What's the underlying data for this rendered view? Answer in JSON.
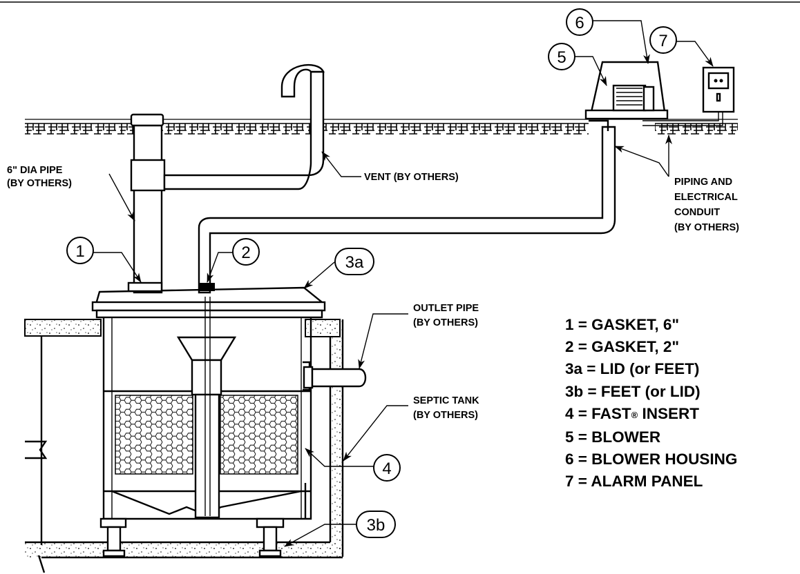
{
  "callouts": {
    "c1": "1",
    "c2": "2",
    "c3a": "3a",
    "c3b": "3b",
    "c4": "4",
    "c5": "5",
    "c6": "6",
    "c7": "7"
  },
  "labels": {
    "pipe_line1": "6\" DIA PIPE",
    "pipe_line2": "(BY OTHERS)",
    "vent": "VENT  (BY OTHERS)",
    "conduit_line1": "PIPING AND",
    "conduit_line2": "ELECTRICAL",
    "conduit_line3": "CONDUIT",
    "conduit_line4": "(BY OTHERS)",
    "outlet_line1": "OUTLET PIPE",
    "outlet_line2": "(BY OTHERS)",
    "septic_line1": "SEPTIC TANK",
    "septic_line2": "(BY OTHERS)"
  },
  "legend": {
    "item1": "1 = GASKET, 6\"",
    "item2": "2 = GASKET, 2\"",
    "item3a": "3a = LID (or FEET)",
    "item3b": "3b = FEET (or LID)",
    "item4_pre": "4 = FAST",
    "item4_reg": "®",
    "item4_post": " INSERT",
    "item5": "5 = BLOWER",
    "item6": "6 = BLOWER HOUSING",
    "item7": "7 = ALARM PANEL"
  }
}
